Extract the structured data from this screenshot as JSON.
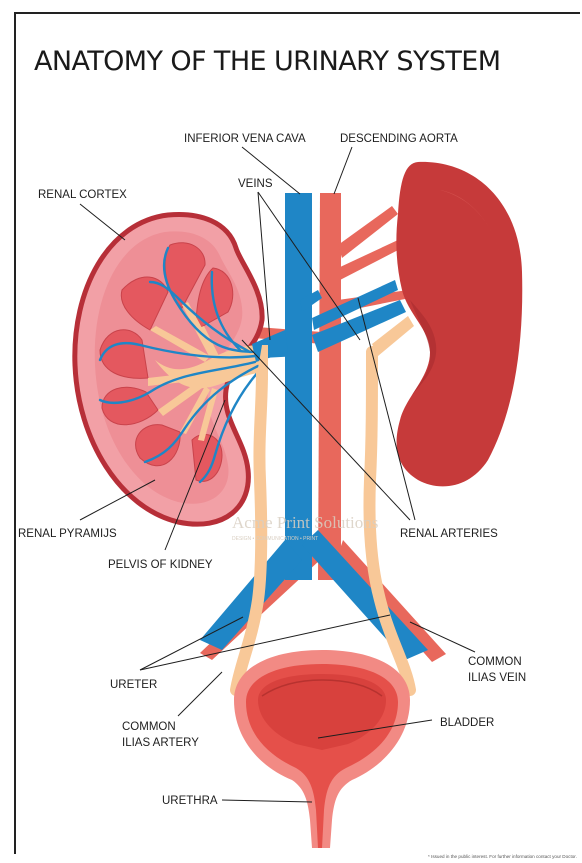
{
  "title": "ANATOMY OF THE URINARY SYSTEM",
  "labels": {
    "inferior_vena_cava": "INFERIOR VENA CAVA",
    "descending_aorta": "DESCENDING AORTA",
    "veins": "VEINS",
    "renal_cortex": "RENAL CORTEX",
    "renal_pyramids": "RENAL PYRAMIJS",
    "renal_arteries": "RENAL ARTERIES",
    "pelvis_of_kidney": "PELVIS OF KIDNEY",
    "ureter": "URETER",
    "common_ilias_vein_line1": "COMMON",
    "common_ilias_vein_line2": "ILIAS VEIN",
    "common_ilias_artery_line1": "COMMON",
    "common_ilias_artery_line2": "ILIAS ARTERY",
    "bladder": "BLADDER",
    "urethra": "URETHRA"
  },
  "watermark": {
    "main": "Acme Print Solutions",
    "sub": "DESIGN • COMMUNICATION • PRINT"
  },
  "footnote": "* Issued in the public interest. For further information contact your Doctor.",
  "colors": {
    "vein": "#1f86c6",
    "artery": "#e8685c",
    "kidney_left": "#f2a0a6",
    "kidney_right": "#c63a3a",
    "ureter": "#f8c898",
    "bladder": "#e5504a"
  }
}
